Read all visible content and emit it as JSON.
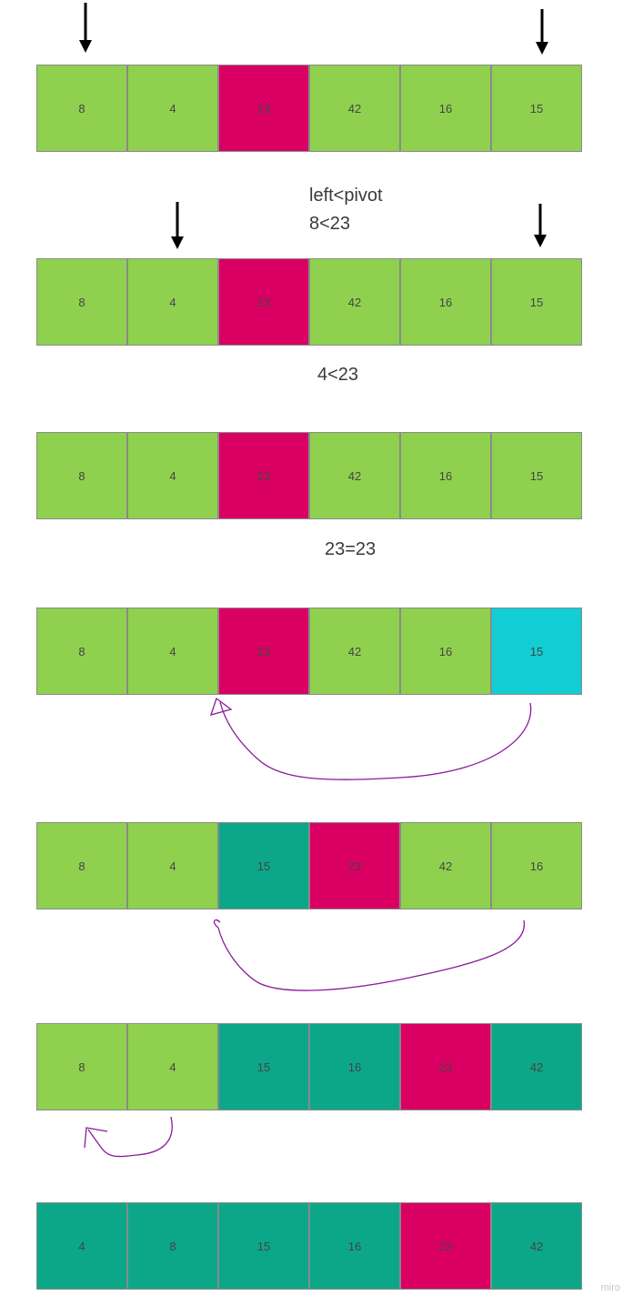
{
  "rows": [
    {
      "cells": [
        {
          "v": "8",
          "c": "green"
        },
        {
          "v": "4",
          "c": "green"
        },
        {
          "v": "23",
          "c": "magenta"
        },
        {
          "v": "42",
          "c": "green"
        },
        {
          "v": "16",
          "c": "green"
        },
        {
          "v": "15",
          "c": "green"
        }
      ]
    },
    {
      "cells": [
        {
          "v": "8",
          "c": "green"
        },
        {
          "v": "4",
          "c": "green"
        },
        {
          "v": "23",
          "c": "magenta"
        },
        {
          "v": "42",
          "c": "green"
        },
        {
          "v": "16",
          "c": "green"
        },
        {
          "v": "15",
          "c": "green"
        }
      ]
    },
    {
      "cells": [
        {
          "v": "8",
          "c": "green"
        },
        {
          "v": "4",
          "c": "green"
        },
        {
          "v": "23",
          "c": "magenta"
        },
        {
          "v": "42",
          "c": "green"
        },
        {
          "v": "16",
          "c": "green"
        },
        {
          "v": "15",
          "c": "green"
        }
      ]
    },
    {
      "cells": [
        {
          "v": "8",
          "c": "green"
        },
        {
          "v": "4",
          "c": "green"
        },
        {
          "v": "23",
          "c": "magenta"
        },
        {
          "v": "42",
          "c": "green"
        },
        {
          "v": "16",
          "c": "green"
        },
        {
          "v": "15",
          "c": "cyan"
        }
      ]
    },
    {
      "cells": [
        {
          "v": "8",
          "c": "green"
        },
        {
          "v": "4",
          "c": "green"
        },
        {
          "v": "15",
          "c": "teal"
        },
        {
          "v": "23",
          "c": "magenta"
        },
        {
          "v": "42",
          "c": "green"
        },
        {
          "v": "16",
          "c": "green"
        }
      ]
    },
    {
      "cells": [
        {
          "v": "8",
          "c": "green"
        },
        {
          "v": "4",
          "c": "green"
        },
        {
          "v": "15",
          "c": "teal"
        },
        {
          "v": "16",
          "c": "teal"
        },
        {
          "v": "23",
          "c": "magenta"
        },
        {
          "v": "42",
          "c": "teal"
        }
      ]
    },
    {
      "cells": [
        {
          "v": "4",
          "c": "teal"
        },
        {
          "v": "8",
          "c": "teal"
        },
        {
          "v": "15",
          "c": "teal"
        },
        {
          "v": "16",
          "c": "teal"
        },
        {
          "v": "23",
          "c": "magenta"
        },
        {
          "v": "42",
          "c": "teal"
        }
      ]
    }
  ],
  "labels": {
    "step1_line1": "left<pivot",
    "step1_line2": "8<23",
    "step2": "4<23",
    "step3": "23=23"
  },
  "colors": {
    "green": "#8fd14f",
    "magenta": "#da0063",
    "teal": "#0ca789",
    "cyan": "#12cdd4",
    "arrow": "#000000",
    "swap_curve": "#8b1a9b"
  },
  "watermark": "miro"
}
